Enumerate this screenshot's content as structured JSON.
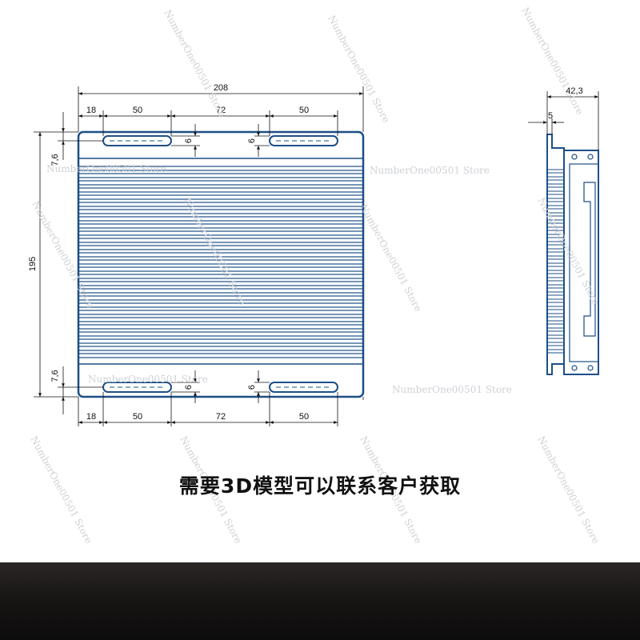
{
  "front_view": {
    "overall_width": "208",
    "overall_height": "195",
    "top_segments": [
      "18",
      "50",
      "72",
      "50"
    ],
    "bottom_segments": [
      "18",
      "50",
      "72",
      "50"
    ],
    "edge_offset_top": "7,6",
    "edge_offset_bottom": "7,6",
    "slot_width_labels": [
      "6",
      "6",
      "6",
      "6"
    ]
  },
  "side_view": {
    "overall_depth": "42,3",
    "base_thickness": "5"
  },
  "watermark_text": "NumberOne00501 Store",
  "caption": "需要3D模型可以联系客户获取",
  "colors": {
    "outline": "#1d4f86",
    "background": "#ffffff",
    "bottom_band": "#151312"
  }
}
